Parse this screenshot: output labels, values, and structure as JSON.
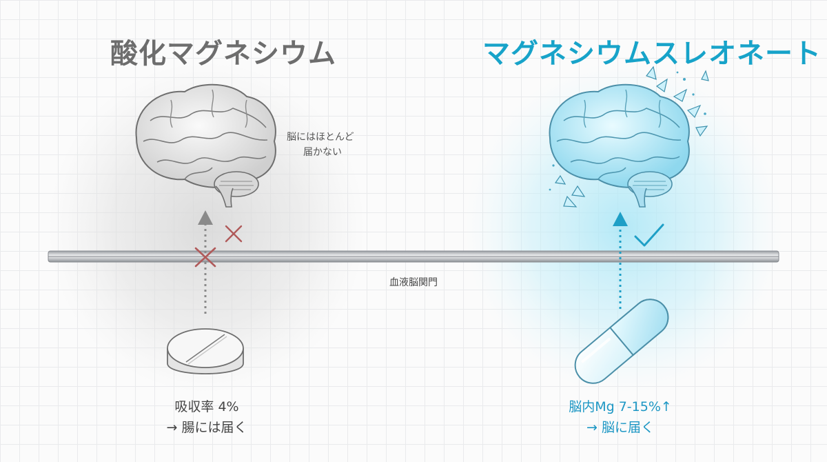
{
  "left": {
    "title": "酸化マグネシウム",
    "note_lines": [
      "脳にはほとんど",
      "届かない"
    ],
    "caption_lines": [
      "吸収率 4%",
      "→ 腸には届く"
    ]
  },
  "right": {
    "title": "マグネシウムスレオネート",
    "caption_lines": [
      "脳内Mg 7-15%↑",
      "→ 脳に届く"
    ]
  },
  "barrier": {
    "label": "血液脳関門"
  },
  "colors": {
    "accent": "#17a3c9",
    "grey_title": "#6d6d6d",
    "cross": "#b05a5a"
  },
  "icons": [
    "brain-icon",
    "glowing-brain-icon",
    "tablet-icon",
    "capsule-icon",
    "cross-icon",
    "check-icon",
    "arrow-up-icon"
  ]
}
